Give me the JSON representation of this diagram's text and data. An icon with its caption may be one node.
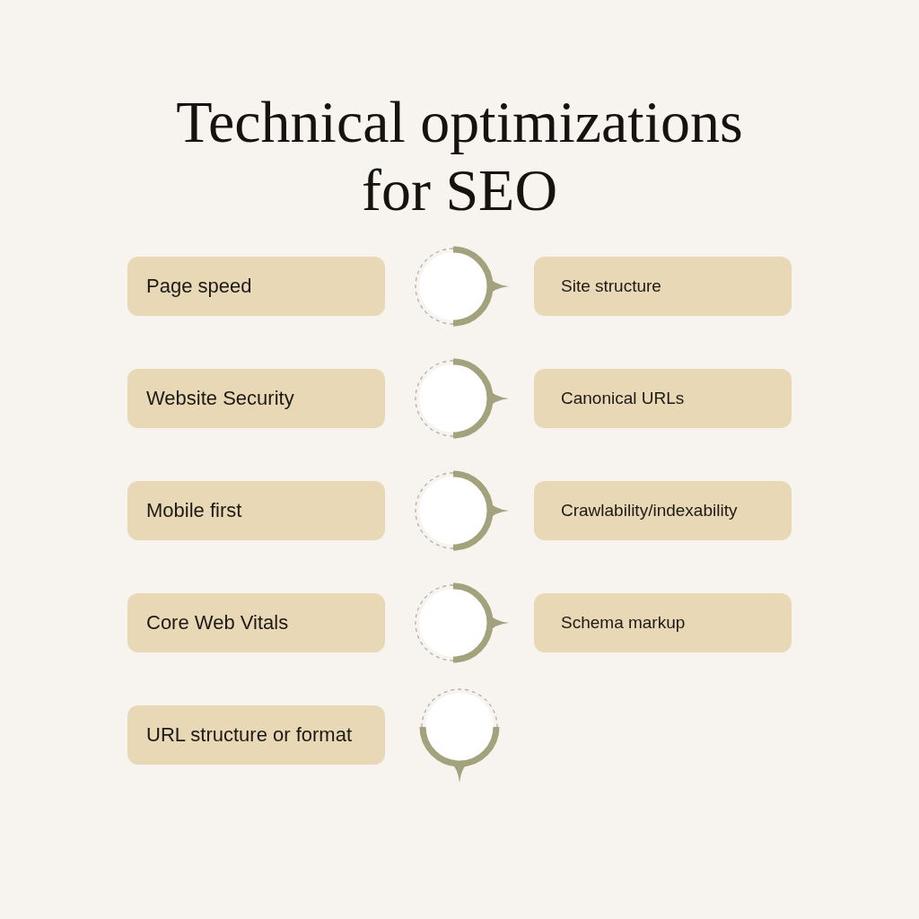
{
  "diagram": {
    "title": "Technical optimizations for SEO",
    "nodes": [
      {
        "text": [
          "Page speed"
        ]
      },
      {
        "text": [],
        "shape": "circle"
      },
      {
        "text": [
          "Site structure"
        ]
      },
      {
        "text": [
          "Website Security"
        ]
      },
      {
        "text": [],
        "shape": "circle"
      },
      {
        "text": [
          "Canonical URLs"
        ]
      },
      {
        "text": [
          "Mobile first"
        ]
      },
      {
        "text": [],
        "shape": "circle"
      },
      {
        "text": [
          "Crawlability/indexability"
        ]
      },
      {
        "text": [
          "Core Web Vitals"
        ]
      },
      {
        "text": [],
        "shape": "circle"
      },
      {
        "text": [
          "Schema markup"
        ]
      },
      {
        "text": [
          "URL structure or format"
        ]
      },
      {
        "text": [],
        "shape": "circle"
      }
    ]
  }
}
